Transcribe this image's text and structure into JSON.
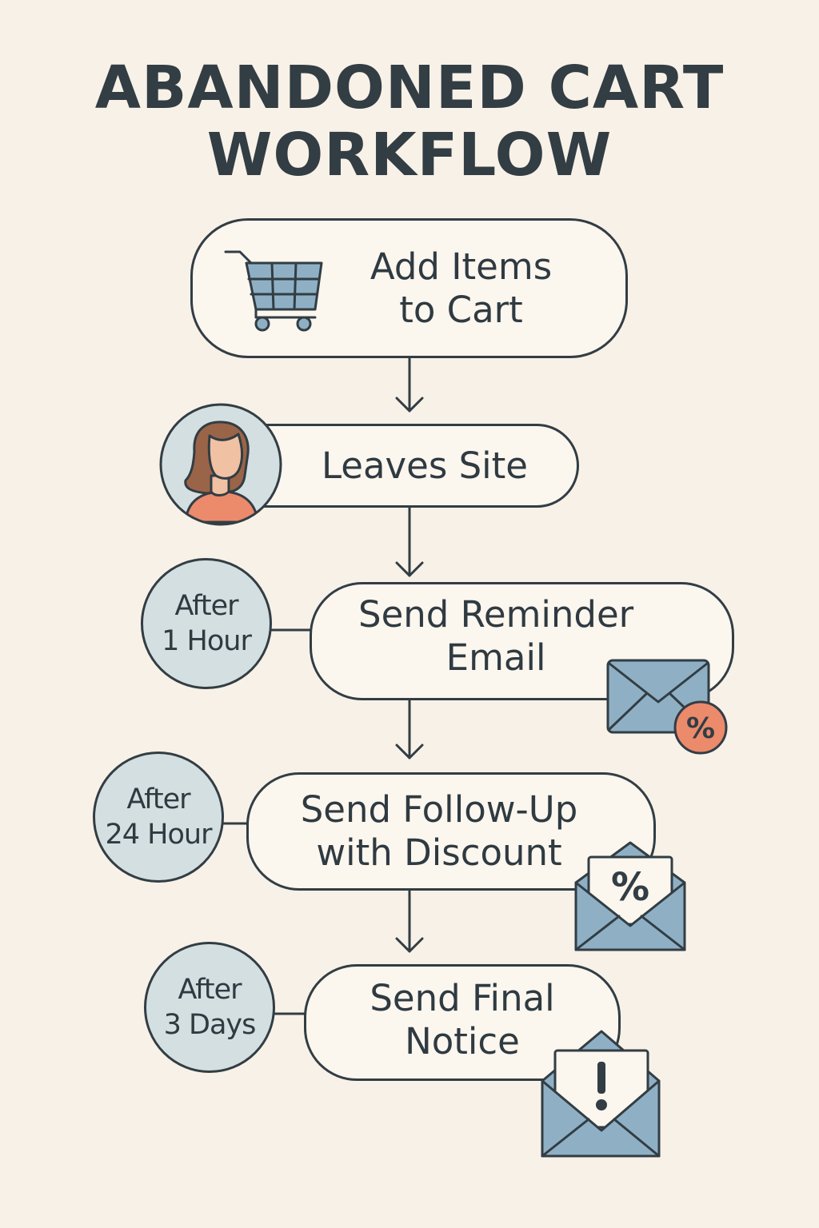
{
  "title": {
    "line1": "ABANDONED CART",
    "line2": "WORKFLOW"
  },
  "steps": [
    {
      "label": "Add Items\nto Cart",
      "icon": "shopping-cart-icon"
    },
    {
      "label": "Leaves Site",
      "icon": "woman-avatar-icon"
    },
    {
      "label": "Send Reminder\nEmail",
      "timing": "After\n1 Hour",
      "icon": "envelope-percent-icon"
    },
    {
      "label": "Send Follow-Up\nwith Discount",
      "timing": "After\n24 Hour",
      "icon": "open-envelope-percent-icon"
    },
    {
      "label": "Send Final\nNotice",
      "timing": "After\n3 Days",
      "icon": "open-envelope-alert-icon"
    }
  ],
  "colors": {
    "background": "#f8f1e7",
    "outline": "#323d44",
    "badge_fill": "#d4dfe1",
    "icon_blue": "#8fb0c4",
    "accent_coral": "#e98066"
  }
}
